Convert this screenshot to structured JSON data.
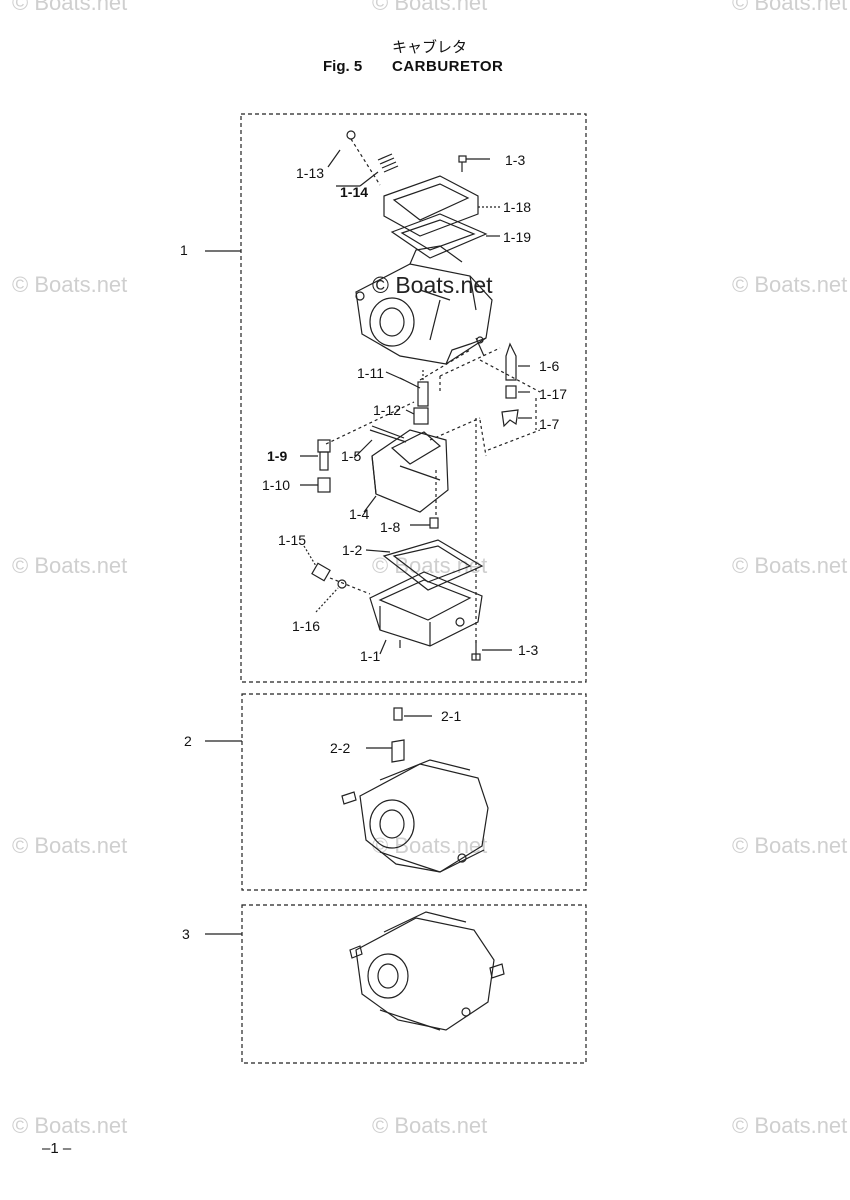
{
  "header": {
    "japanese_title": "キャブレタ",
    "fig_label": "Fig. 5",
    "fig_name": "CARBURETOR"
  },
  "watermark": {
    "text": "© Boats.net"
  },
  "groups": [
    {
      "label": "1"
    },
    {
      "label": "2"
    },
    {
      "label": "3"
    }
  ],
  "parts": {
    "p1_13": "1-13",
    "p1_14": "1-14",
    "p1_3a": "1-3",
    "p1_18": "1-18",
    "p1_19": "1-19",
    "p1_6": "1-6",
    "p1_11": "1-11",
    "p1_17": "1-17",
    "p1_12": "1-12",
    "p1_7": "1-7",
    "p1_9": "1-9",
    "p1_5": "1-5",
    "p1_10": "1-10",
    "p1_4": "1-4",
    "p1_8": "1-8",
    "p1_15": "1-15",
    "p1_2": "1-2",
    "p1_16": "1-16",
    "p1_1": "1-1",
    "p1_3b": "1-3",
    "p2_1": "2-1",
    "p2_2": "2-2"
  },
  "footer": {
    "page_number": "–1 –"
  }
}
